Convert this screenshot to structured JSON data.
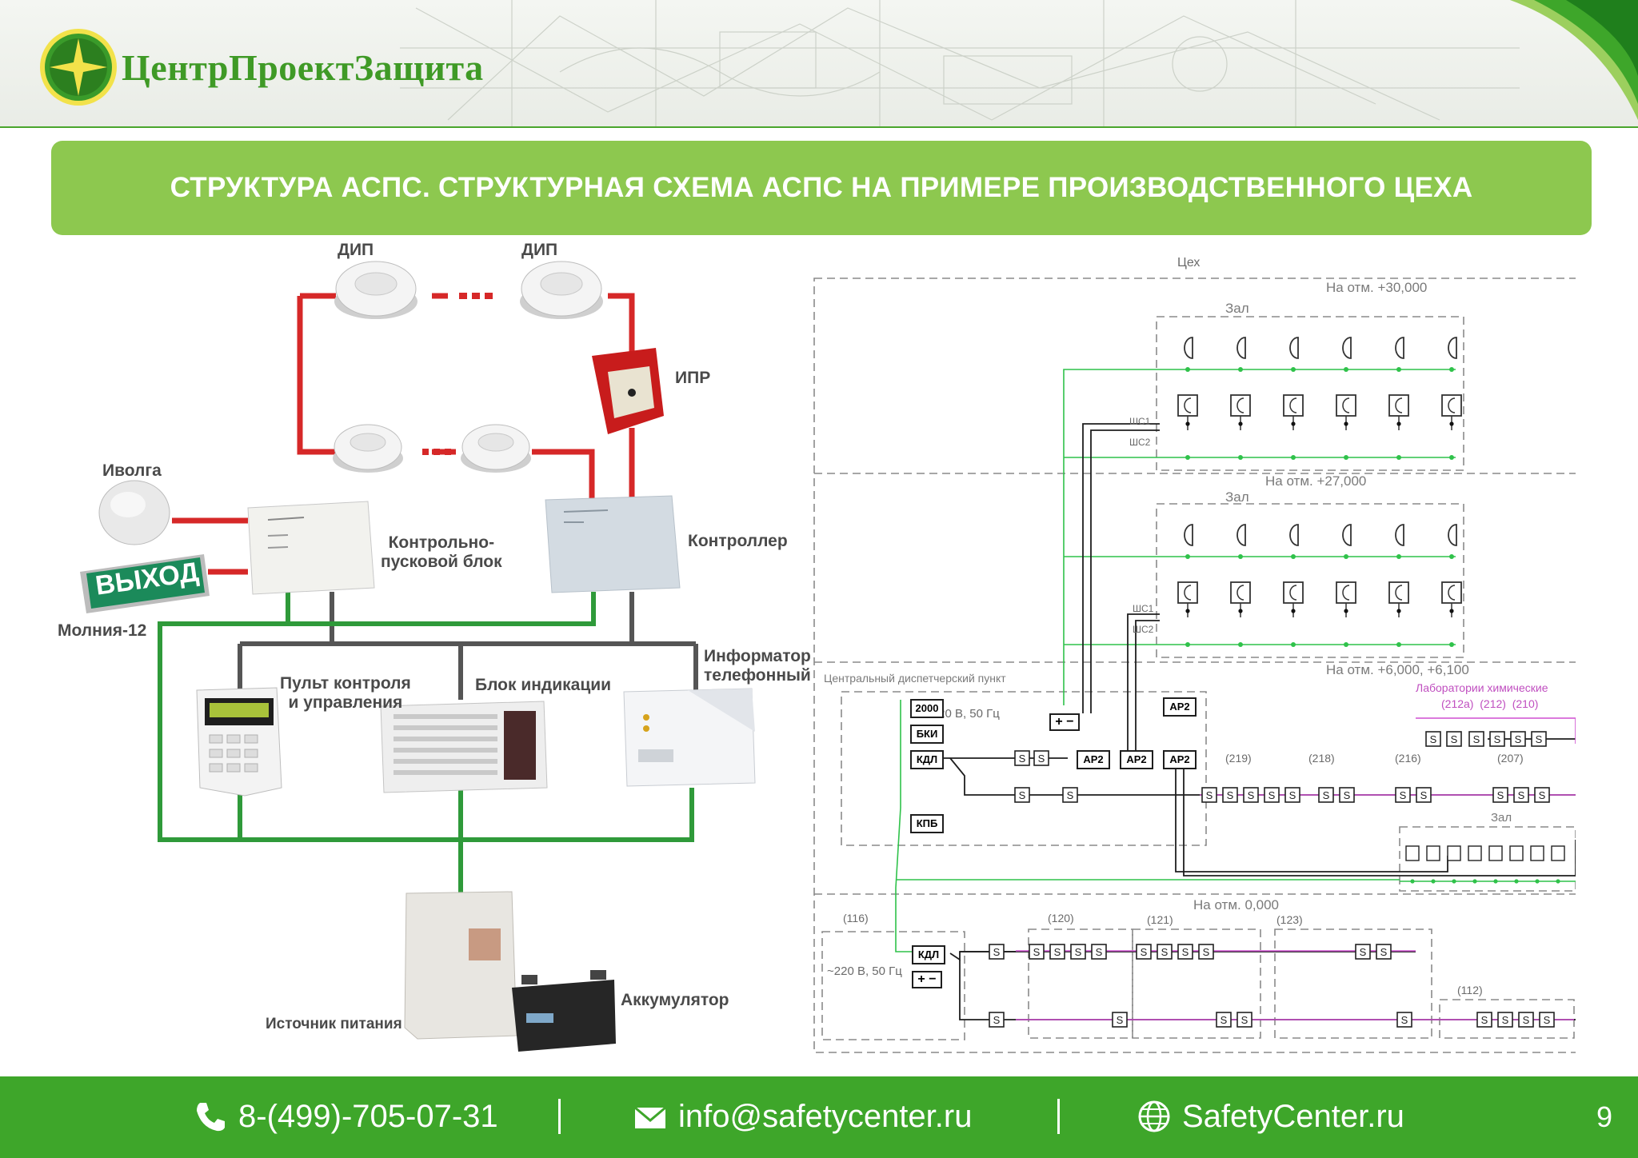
{
  "header": {
    "brand": "ЦентрПроектЗащита"
  },
  "title": "СТРУКТУРА АСПС. СТРУКТУРНАЯ СХЕМА АСПС НА ПРИМЕРЕ ПРОИЗВОДСТВЕННОГО ЦЕХА",
  "left_diagram": {
    "dip1": "ДИП",
    "dip2": "ДИП",
    "ipr": "ИПР",
    "ivolga": "Иволга",
    "exit_sign": "ВЫХОД",
    "molniya": "Молния-12",
    "control_block": "Контрольно-\nпусковой блок",
    "controller": "Контроллер",
    "panel": "Пульт контроля\nи управления",
    "indication": "Блок индикации",
    "informer": "Информатор\nтелефонный",
    "power": "Источник питания",
    "battery": "Аккумулятор"
  },
  "right_diagram": {
    "shop": "Цех",
    "floor1": "На отм. +30,000",
    "hall1": "Зал",
    "floor2": "На отм. +27,000",
    "hall2": "Зал",
    "floor3": "На отм. +6,000, +6,100",
    "dispatch": "Центральный диспетчерский пункт",
    "labs": "Лаборатории химические",
    "floor4": "На отм. 0,000",
    "hall3": "Зал",
    "ac1": "~220 В, 50 Гц",
    "ac2": "~220 В, 50 Гц",
    "shc1a": "ШС1",
    "shc2a": "ШС2",
    "shc1b": "ШС1",
    "shc2b": "ШС2",
    "b_2000": "2000",
    "b_bki": "БКИ",
    "b_kdl": "КДЛ",
    "b_kdl2": "КДЛ",
    "b_kpb": "КПБ",
    "b_ar": "АР2",
    "rooms_top": [
      "(212а)",
      "(212)",
      "(210)"
    ],
    "rooms_mid": [
      "(219)",
      "(218)",
      "(216)",
      "(207)"
    ],
    "rooms_bottom": [
      "(116)",
      "(120)",
      "(121)",
      "(123)",
      "(112)"
    ]
  },
  "footer": {
    "phone": "8-(499)-705-07-31",
    "email": "info@safetycenter.ru",
    "site": "SafetyCenter.ru",
    "page": "9"
  },
  "colors": {
    "green_dark": "#3ea62a",
    "green_light": "#8dc84f",
    "loop_red": "#d62828",
    "bus_green": "#2f9a3a",
    "bus_gray": "#555555"
  }
}
